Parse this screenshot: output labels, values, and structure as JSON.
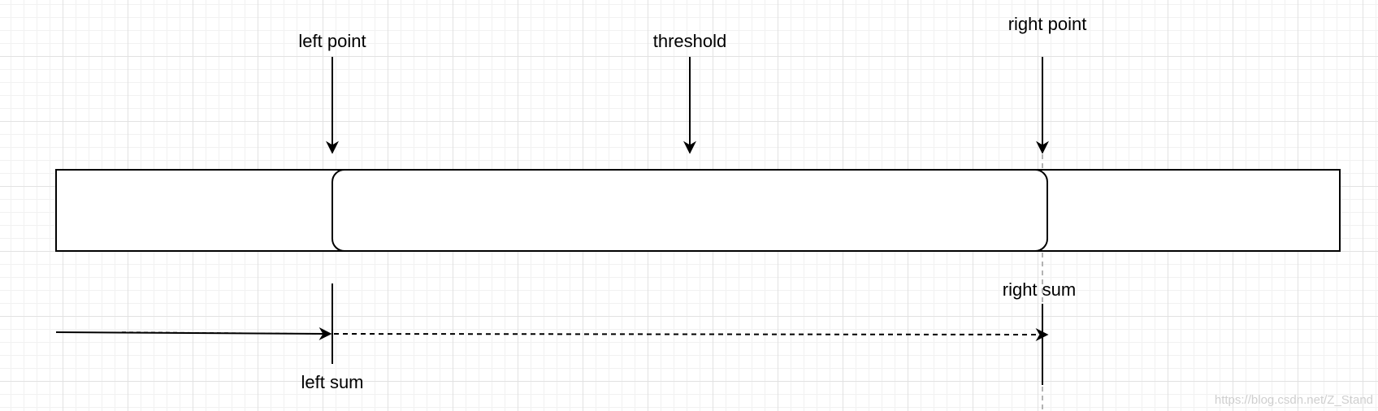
{
  "labels": {
    "left_point": "left point",
    "threshold": "threshold",
    "right_point": "right point",
    "right_sum": "right sum",
    "left_sum": "left sum"
  },
  "watermark": "https://blog.csdn.net/Z_Stand",
  "colors": {
    "stroke": "#000000",
    "background": "#ffffff",
    "grid_major": "#e2e2e2",
    "grid_minor": "#f1f1f1",
    "watermark": "#cfcfcf"
  }
}
